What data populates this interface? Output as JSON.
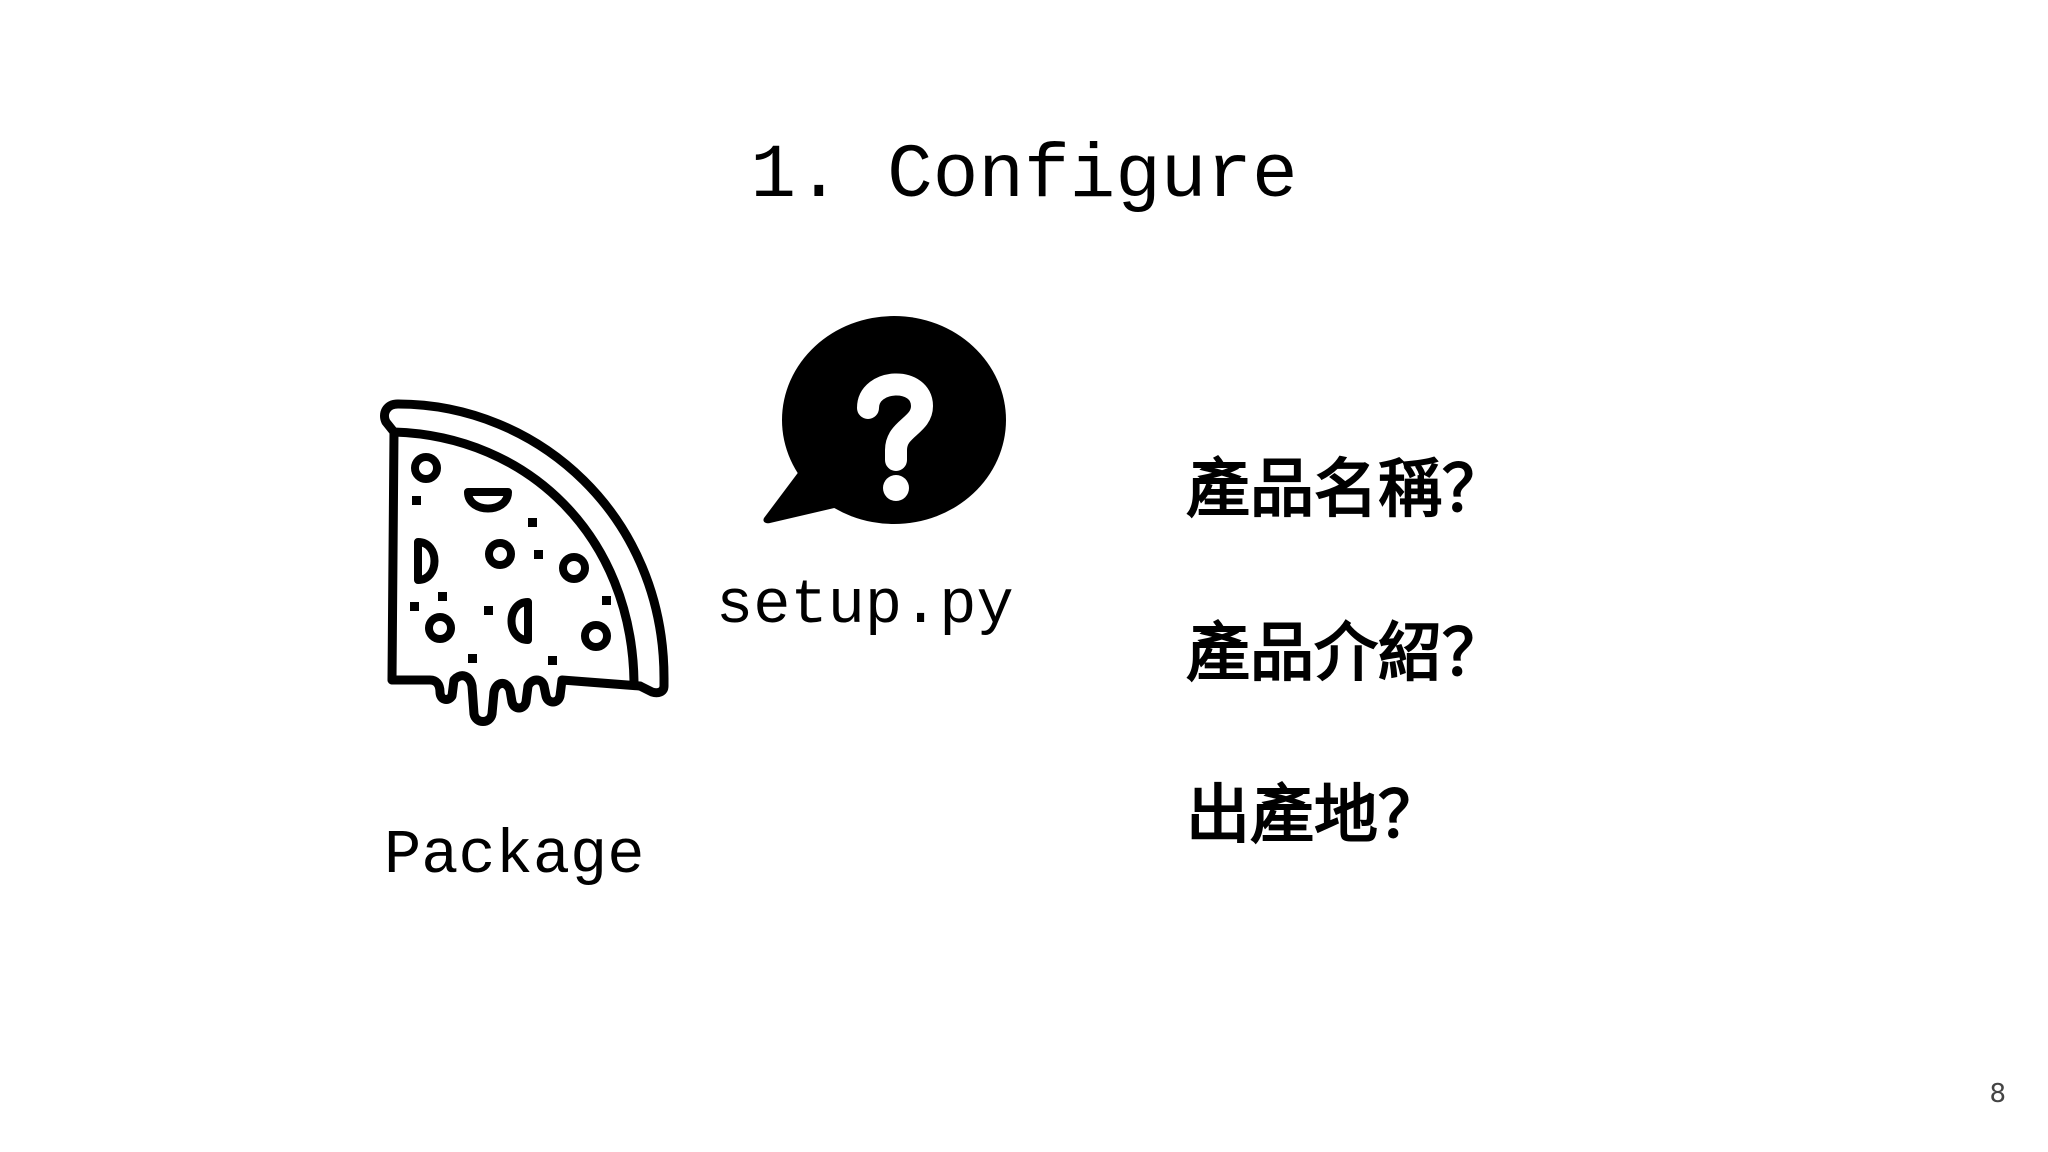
{
  "slide": {
    "title": "1. Configure",
    "package_label": "Package",
    "setup_label": "setup.py",
    "questions": [
      "產品名稱？",
      "產品介紹？",
      "出產地？"
    ],
    "page_number": "8"
  },
  "icons": {
    "package": "pizza-slice-icon",
    "question": "question-speech-bubble-icon"
  },
  "colors": {
    "foreground": "#000000",
    "background": "#ffffff"
  }
}
